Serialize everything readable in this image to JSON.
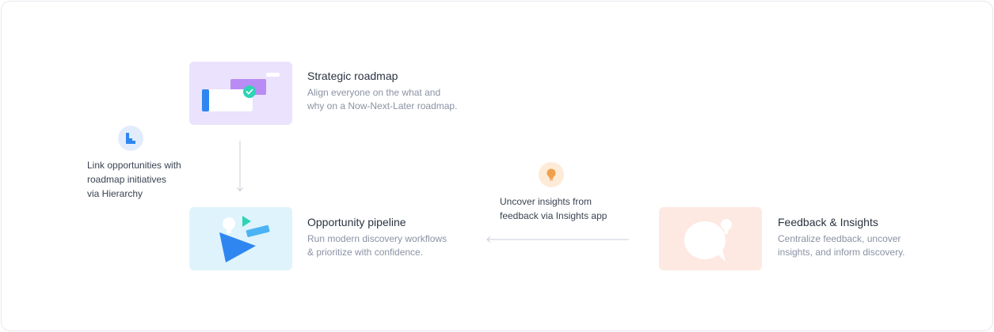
{
  "cards": {
    "roadmap": {
      "title": "Strategic roadmap",
      "desc_line1": "Align everyone on the what and",
      "desc_line2": "why on a Now-Next-Later roadmap."
    },
    "opportunity": {
      "title": "Opportunity pipeline",
      "desc_line1": "Run modern discovery workflows",
      "desc_line2": "& prioritize with confidence."
    },
    "feedback": {
      "title": "Feedback & Insights",
      "desc_line1": "Centralize feedback, uncover",
      "desc_line2": "insights, and inform discovery."
    }
  },
  "notes": {
    "hierarchy": {
      "line1": "Link opportunities with",
      "line2": "roadmap initiatives",
      "line3": "via Hierarchy",
      "icon": "hierarchy-icon"
    },
    "insights": {
      "line1": "Uncover insights from",
      "line2": "feedback via Insights app",
      "icon": "lightbulb-icon"
    }
  },
  "colors": {
    "roadmap_bg": "#ebe2fd",
    "opportunity_bg": "#dff3fc",
    "feedback_bg": "#fde9e2",
    "accent_blue": "#2f86f0",
    "accent_purple": "#b98cf5",
    "accent_teal": "#2fd3b5",
    "bulb_orange": "#f0a04b"
  }
}
